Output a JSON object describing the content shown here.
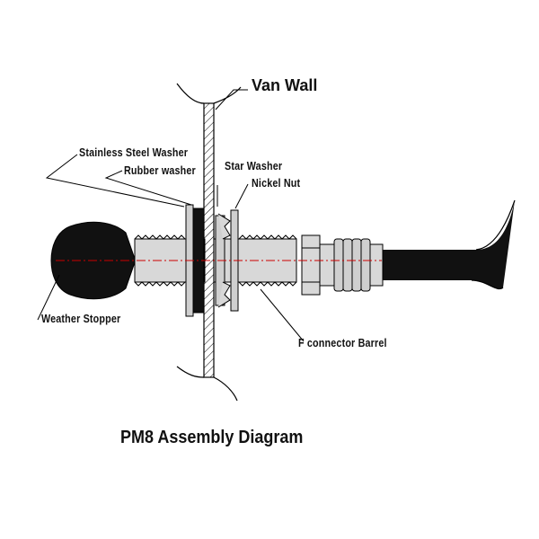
{
  "diagram": {
    "title": "PM8 Assembly Diagram",
    "labels": {
      "van_wall": "Van Wall",
      "stainless_steel_washer": "Stainless Steel Washer",
      "rubber_washer": "Rubber washer",
      "star_washer": "Star Washer",
      "nickel_nut": "Nickel Nut",
      "weather_stopper": "Weather Stopper",
      "f_connector_barrel": "F connector Barrel"
    },
    "colors": {
      "outline": "#000000",
      "centerline": "#cc0000",
      "metal_fill": "#d0d0d0",
      "rubber_fill": "#111111",
      "wall_fill": "#ffffff"
    }
  }
}
